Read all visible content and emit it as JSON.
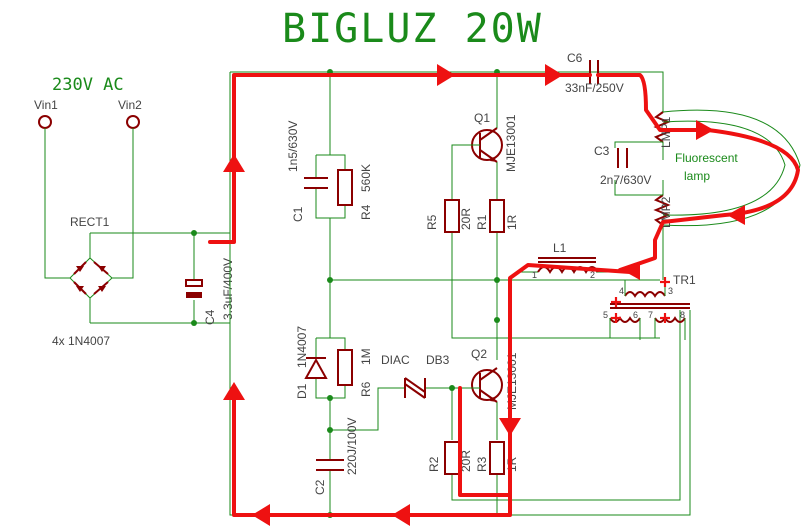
{
  "title": "BIGLUZ 20W",
  "supply": {
    "label": "230V AC",
    "vin1": "Vin1",
    "vin2": "Vin2"
  },
  "rectifier": {
    "name": "RECT1",
    "diodes": "4x 1N4007"
  },
  "components": {
    "c4": {
      "ref": "C4",
      "value": "3.3uF/400V"
    },
    "c1": {
      "ref": "C1",
      "value": "1n5/630V"
    },
    "r4": {
      "ref": "R4",
      "value": "560K"
    },
    "d1": {
      "ref": "D1",
      "value": "1N4007"
    },
    "r6": {
      "ref": "R6",
      "value": "1M"
    },
    "c2": {
      "ref": "C2",
      "value": "220J/100V"
    },
    "diac": {
      "ref": "DIAC",
      "value": "DB3"
    },
    "q1": {
      "ref": "Q1",
      "value": "MJE13001"
    },
    "q2": {
      "ref": "Q2",
      "value": "MJE13001"
    },
    "r5": {
      "ref": "R5",
      "value": "20R"
    },
    "r1": {
      "ref": "R1",
      "value": "1R"
    },
    "r2": {
      "ref": "R2",
      "value": "20R"
    },
    "r3": {
      "ref": "R3",
      "value": "1R"
    },
    "c6": {
      "ref": "C6",
      "value": "33nF/250V"
    },
    "c3": {
      "ref": "C3",
      "value": "2n7/630V"
    },
    "lmp1": {
      "ref": "LMP1"
    },
    "lmp2": {
      "ref": "LMP2"
    },
    "l1": {
      "ref": "L1",
      "pin1": "1",
      "pin2": "2"
    },
    "tr1": {
      "ref": "TR1",
      "pins": [
        "4",
        "3",
        "5",
        "6",
        "7",
        "8"
      ]
    }
  },
  "lamp": {
    "line1": "Fluorescent",
    "line2": "lamp"
  },
  "colors": {
    "wire": "#1a8a1a",
    "component": "#8b0000",
    "current_path": "#ee1111",
    "title": "#1a8a1a"
  }
}
